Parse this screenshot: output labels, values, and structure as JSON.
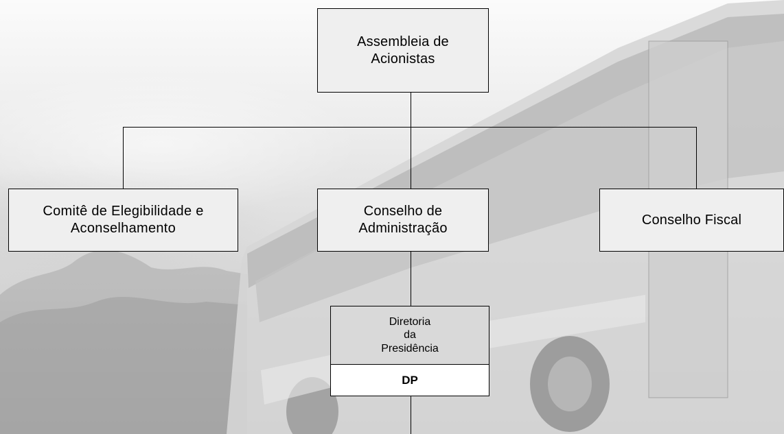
{
  "org_chart": {
    "nodes": {
      "assembleia": "Assembleia de\nAcionistas",
      "comite": "Comitê de Elegibilidade e\nAconselhamento",
      "conselho_administracao": "Conselho de\nAdministração",
      "conselho_fiscal": "Conselho Fiscal",
      "diretoria": "Diretoria\nda\nPresidência",
      "diretoria_sigla": "DP"
    }
  }
}
